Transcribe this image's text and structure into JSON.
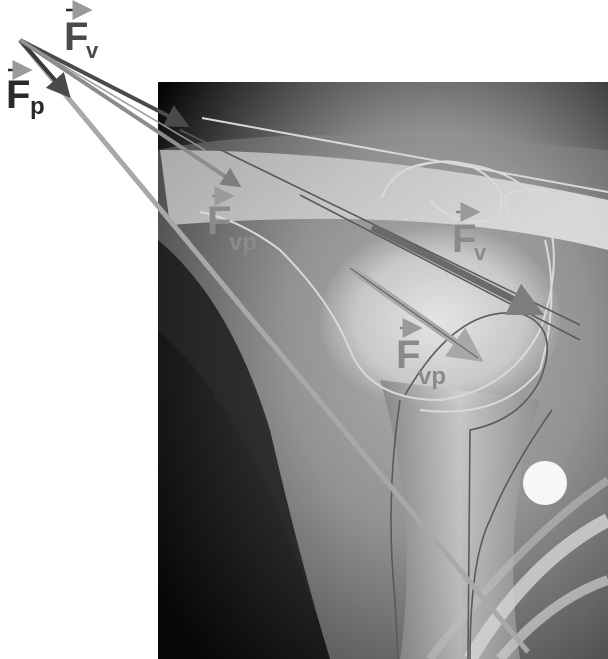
{
  "figure": {
    "image_kind": "x-ray",
    "background_color": "#ffffff",
    "labels": {
      "f_v_top": {
        "base": "F",
        "sub": "v"
      },
      "f_p": {
        "base": "F",
        "sub": "p"
      },
      "f_vp_left": {
        "base": "F",
        "sub": "vp"
      },
      "f_v_inner": {
        "base": "F",
        "sub": "v"
      },
      "f_vp_inner": {
        "base": "F",
        "sub": "vp"
      }
    },
    "colors": {
      "label_dark": "#2a2a2a",
      "label_gray": "#8a8a8a",
      "arrow_dark": "#4a4a4a",
      "arrow_mid": "#7d7d7d",
      "arrow_light": "#a8a8a8",
      "outline": "#d9d9d9",
      "contour": "#5a5a5a"
    }
  }
}
